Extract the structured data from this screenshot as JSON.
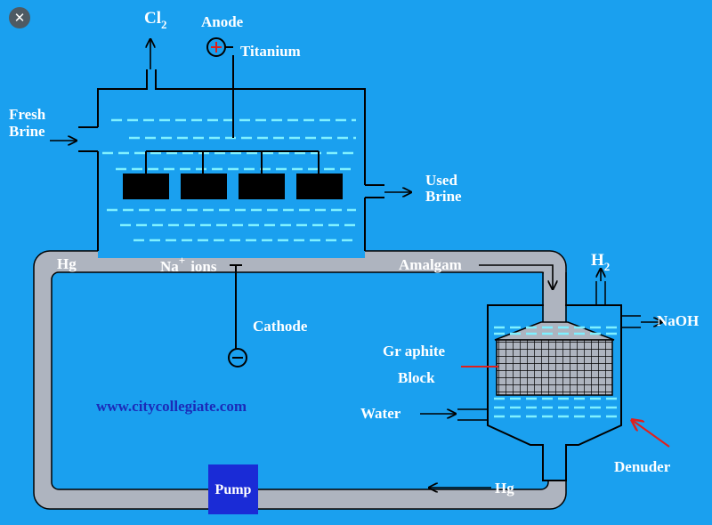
{
  "close_glyph": "✕",
  "colors": {
    "background": "#1aa0ef",
    "pipe": "#aeb4bf",
    "line": "#000000",
    "label": "#ffffff",
    "dashes": "#7ff0ff",
    "pump": "#1a2bd6",
    "url_text": "#1b2bb8",
    "red_arrow": "#e0201c",
    "electrode": "#000000"
  },
  "labels": {
    "cl": "Cl",
    "cl_sub": "2",
    "anode": "Anode",
    "titanium": "Titanium",
    "fresh": "Fresh",
    "brine": "Brine",
    "used": "Used",
    "used_brine": "Brine",
    "hg_top": "Hg",
    "na": "Na",
    "na_sup": "+",
    "ions": "ions",
    "amalgam": "Amalgam",
    "h": "H",
    "h_sub": "2",
    "naoh": "NaOH",
    "cathode": "Cathode",
    "graphite": "Gr aphite",
    "block": "Block",
    "water": "Water",
    "website": "www.citycollegiate.com",
    "denuder": "Denuder",
    "pump": "Pump",
    "hg_bottom": "Hg"
  },
  "icons": {
    "close": "close-icon",
    "anode_symbol": "plus-circle-icon",
    "cathode_symbol": "minus-circle-icon"
  }
}
